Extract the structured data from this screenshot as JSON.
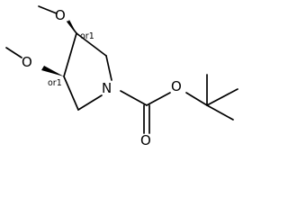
{
  "molecule": {
    "atoms": {
      "ring_nitrogen": "N",
      "top_methoxy_oxygen": "O",
      "left_methoxy_oxygen": "O",
      "ester_oxygen": "O",
      "carbonyl_oxygen": "O"
    },
    "stereo_labels": {
      "upper_center": "or1",
      "lower_center": "or1"
    }
  }
}
